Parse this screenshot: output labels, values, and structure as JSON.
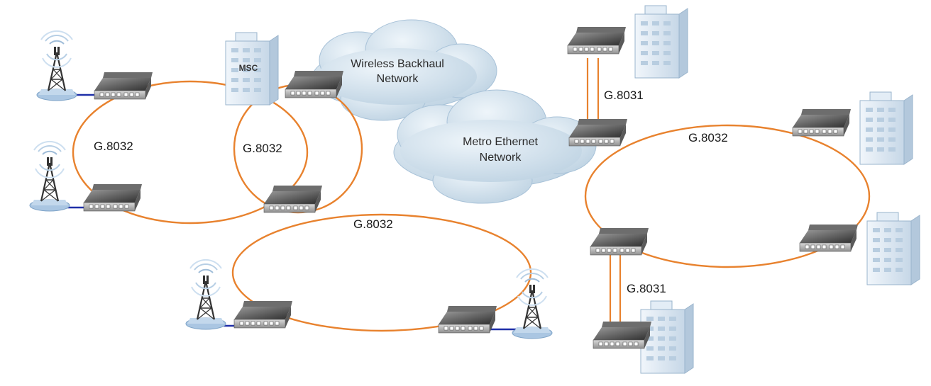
{
  "diagram": {
    "clouds": {
      "wireless_backhaul": [
        "Wireless Backhaul",
        "Network"
      ],
      "metro_ethernet": [
        "Metro Ethernet",
        "Network"
      ]
    },
    "msc_label": "MSC",
    "ring_labels": {
      "left_ring": "G.8032",
      "center_ring": "G.8032",
      "bottom_ring": "G.8032",
      "right_ring": "G.8032"
    },
    "link_labels": {
      "top_link": "G.8031",
      "bottom_link": "G.8031"
    }
  },
  "colors": {
    "ring": "#e8822e",
    "link_blue": "#1f2fa8",
    "cloud": "#c9dbe8",
    "building": "#dbe7f2",
    "device": "#4a4a4a"
  },
  "icons": [
    "cell-tower-icon",
    "network-switch-icon",
    "office-building-icon",
    "cloud-icon"
  ]
}
